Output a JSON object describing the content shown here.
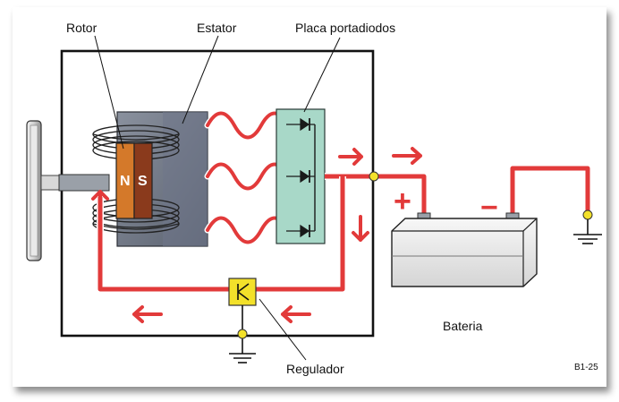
{
  "labels": {
    "rotor": "Rotor",
    "estator": "Estator",
    "placa": "Placa portadiodos",
    "bateria": "Bateria",
    "regulador": "Regulador",
    "figure_code": "B1-25"
  },
  "poles": {
    "north": "N",
    "south": "S"
  },
  "battery_terminals": {
    "positive": "+",
    "negative": "−"
  },
  "colors": {
    "wire": "#e23a3a",
    "wire_edge": "#ffffff",
    "stator": "#6e7685",
    "diode_plate": "#a8d8c8",
    "north_pole": "#d4792a",
    "south_pole": "#8a3a1c",
    "regulator": "#f3e12a",
    "node": "#f3e12a",
    "battery": "#ececec",
    "frame": "#111111"
  }
}
